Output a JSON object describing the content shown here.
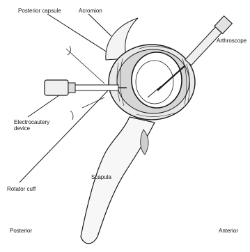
{
  "labels": {
    "posterior_capsule": "Posterior capsule",
    "acromion": "Acromion",
    "arthroscope": "Arthroscope",
    "electrocautery_device": "Electrocautery device",
    "rotator_cuff": "Rotator cuff",
    "scapula": "Scapula",
    "posterior": "Posterior",
    "anterior": "Anterior"
  }
}
